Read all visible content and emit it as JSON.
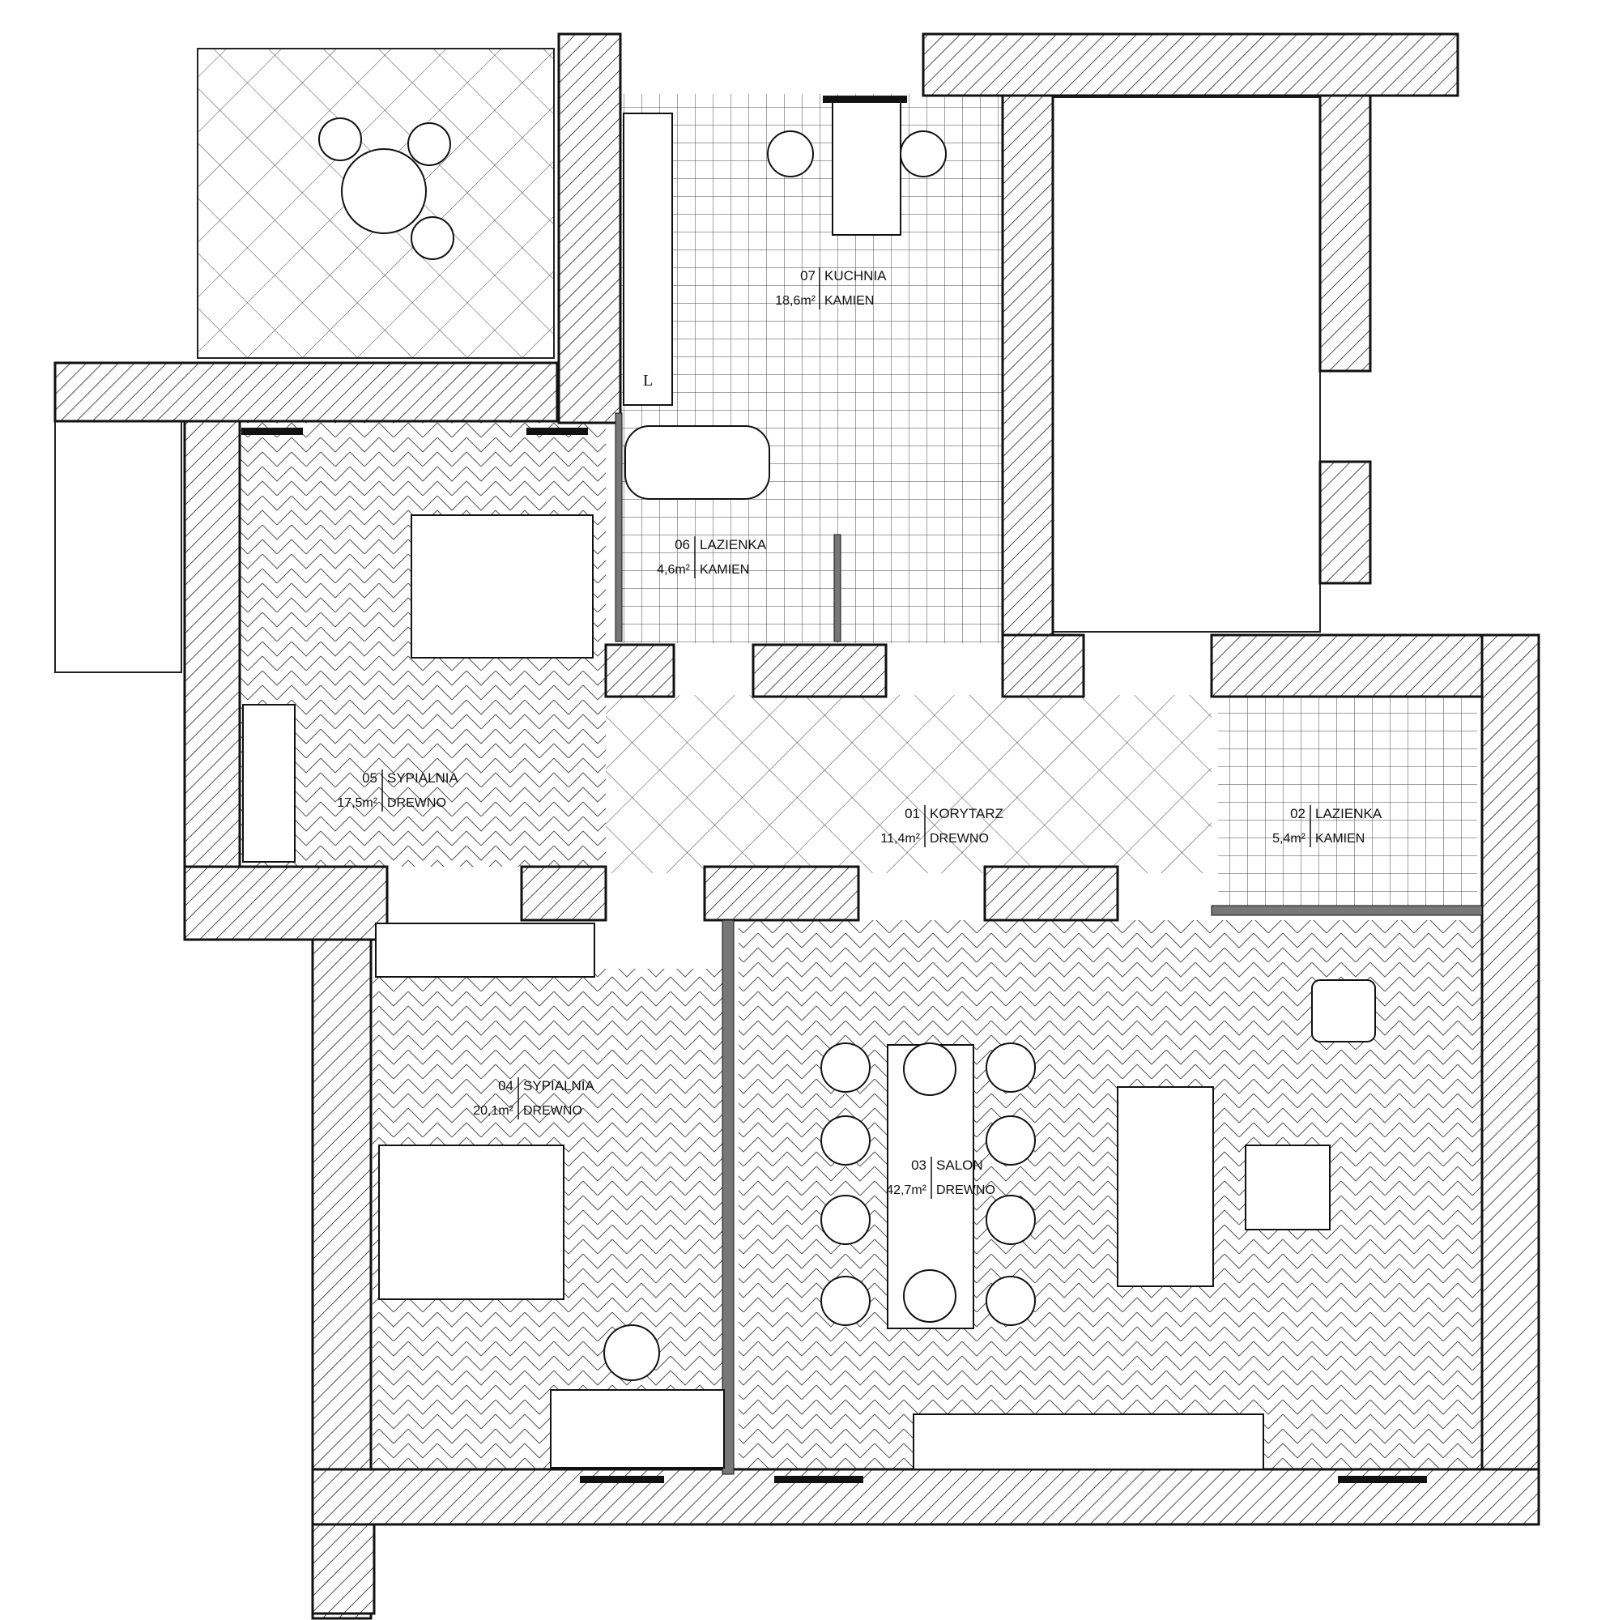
{
  "plan": {
    "extra_label": "L",
    "rooms": [
      {
        "id": "01",
        "name": "KORYTARZ",
        "area": "11,4m²",
        "material": "DREWNO"
      },
      {
        "id": "02",
        "name": "LAZIENKA",
        "area": "5,4m²",
        "material": "KAMIEN"
      },
      {
        "id": "03",
        "name": "SALON",
        "area": "42,7m²",
        "material": "DREWNO"
      },
      {
        "id": "04",
        "name": "SYPIALNIA",
        "area": "20,1m²",
        "material": "DREWNO"
      },
      {
        "id": "05",
        "name": "SYPIALNIA",
        "area": "17,5m²",
        "material": "DREWNO"
      },
      {
        "id": "06",
        "name": "LAZIENKA",
        "area": "4,6m²",
        "material": "KAMIEN"
      },
      {
        "id": "07",
        "name": "KUCHNIA",
        "area": "18,6m²",
        "material": "KAMIEN"
      }
    ]
  }
}
